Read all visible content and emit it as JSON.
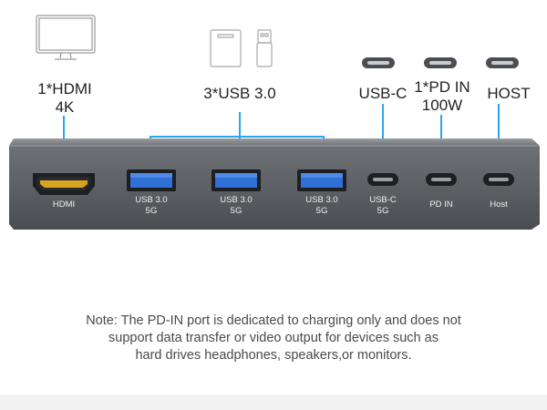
{
  "labels": {
    "hdmi": "1*HDMI",
    "hdmi_res": "4K",
    "usb3": "3*USB 3.0",
    "usbc": "USB-C",
    "pd_in": "1*PD IN",
    "pd_watt": "100W",
    "host": "HOST"
  },
  "ports": {
    "hdmi": "HDMI",
    "usb_a": [
      "USB 3.0",
      "USB 3.0",
      "USB 3.0"
    ],
    "usb_a_speed": "5G",
    "usbc": "USB-C",
    "usbc_speed": "5G",
    "pd_in": "PD IN",
    "host": "Host"
  },
  "note": {
    "line1": "Note: The PD-IN port is dedicated to charging only and does not",
    "line2": "support data transfer or video output for devices such as",
    "line3": "hard drives headphones, speakers,or monitors."
  },
  "colors": {
    "accent": "#2aa7e8",
    "body": "#5a5d61",
    "usb_blue": "#2f6fd6",
    "hdmi_gold": "#d9a520"
  },
  "icons": [
    "monitor-icon",
    "flash-drive-icon",
    "usb-stick-icon",
    "usb-c-plug-icon"
  ]
}
